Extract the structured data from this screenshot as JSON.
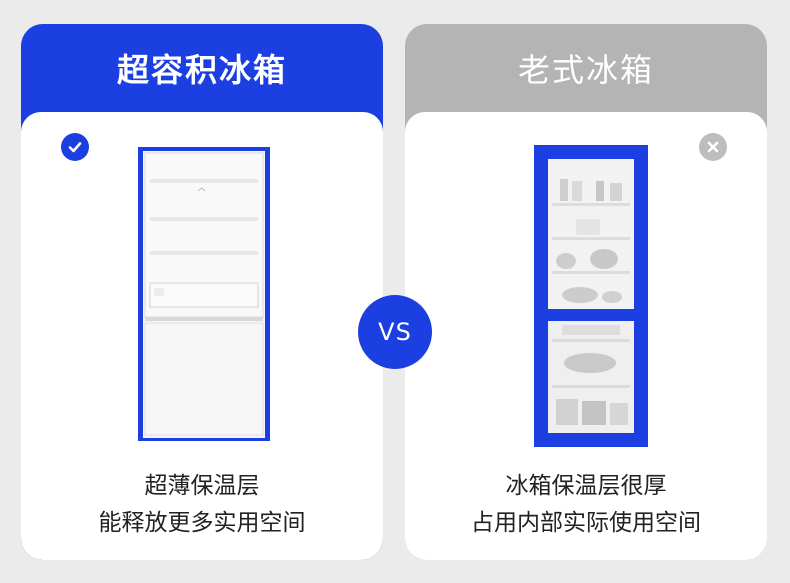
{
  "left_card": {
    "title": "超容积冰箱",
    "caption_line1": "超薄保温层",
    "caption_line2": "能释放更多实用空间",
    "status_icon": "check-icon"
  },
  "right_card": {
    "title": "老式冰箱",
    "caption_line1": "冰箱保温层很厚",
    "caption_line2": "占用内部实际使用空间",
    "status_icon": "close-icon"
  },
  "vs_badge": {
    "label": "VS"
  },
  "colors": {
    "accent_blue": "#1b3fe0",
    "gray_header": "#b4b4b4",
    "background": "#ebebeb"
  }
}
